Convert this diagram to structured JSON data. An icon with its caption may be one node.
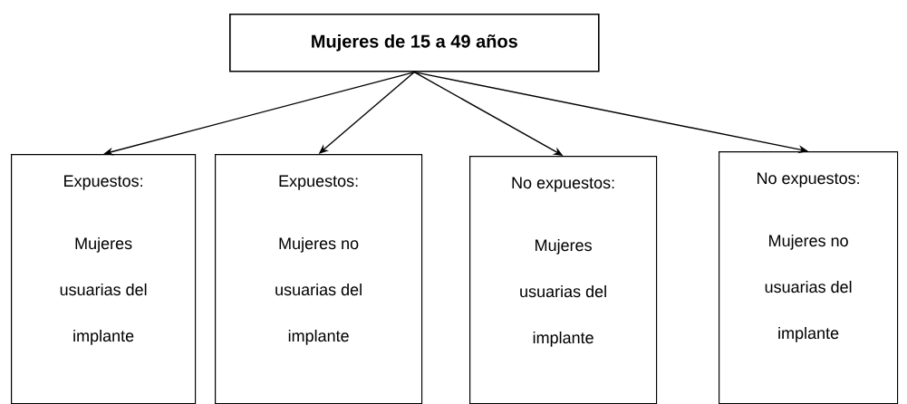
{
  "diagram": {
    "nodes": [
      {
        "text": [
          "Mujeres de 15 a 49 años"
        ]
      },
      {
        "text": [
          "Expuestos:",
          "Mujeres usuarias del implante"
        ]
      },
      {
        "text": [
          "Expuestos:",
          "Mujeres no usuarias del implante"
        ]
      },
      {
        "text": [
          "No expuestos:",
          "Mujeres usuarias del implante"
        ]
      },
      {
        "text": [
          "No expuestos:",
          "Mujeres no usuarias del implante"
        ]
      }
    ],
    "edges": [
      {
        "from": 0,
        "to": 1,
        "arrow": "to"
      },
      {
        "from": 0,
        "to": 2,
        "arrow": "to"
      },
      {
        "from": 0,
        "to": 3,
        "arrow": "to"
      },
      {
        "from": 0,
        "to": 4,
        "arrow": "to"
      }
    ]
  }
}
